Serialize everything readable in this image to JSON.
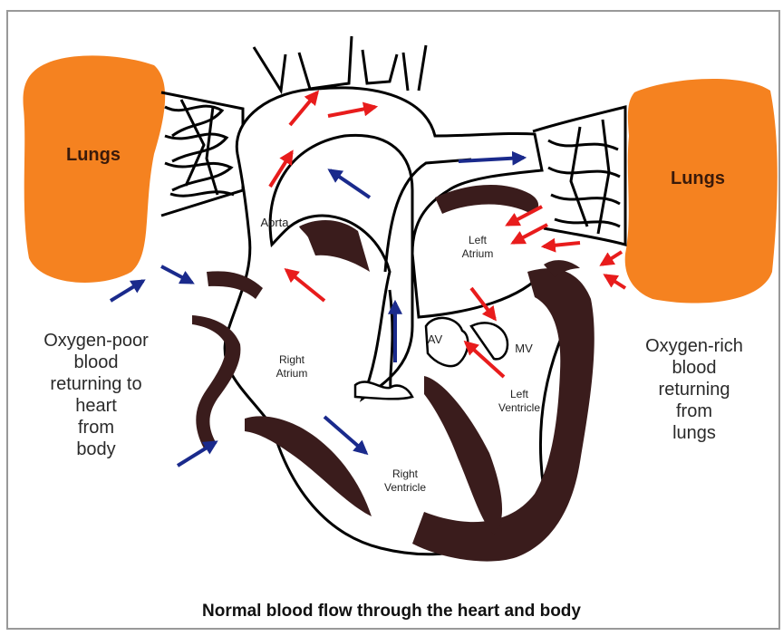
{
  "labels": {
    "lungs_left": "Lungs",
    "lungs_right": "Lungs",
    "aorta": "Aorta",
    "left_atrium": "Left\nAtrium",
    "right_atrium": "Right\nAtrium",
    "av": "AV",
    "mv": "MV",
    "left_ventricle": "Left\nVentricle",
    "right_ventricle": "Right\nVentricle",
    "oxygen_poor": "Oxygen-poor\nblood\nreturning to\nheart\nfrom\nbody",
    "oxygen_rich": "Oxygen-rich\nblood\nreturning\nfrom\nlungs"
  },
  "caption": "Normal blood flow through the heart and body",
  "colors": {
    "lung": "#f58220",
    "outline": "#000000",
    "muscle": "#3a1c1c",
    "oxygen_rich_arrow": "#e81c1c",
    "oxygen_poor_arrow": "#1a2a8c",
    "background": "#ffffff",
    "border": "#999999"
  }
}
